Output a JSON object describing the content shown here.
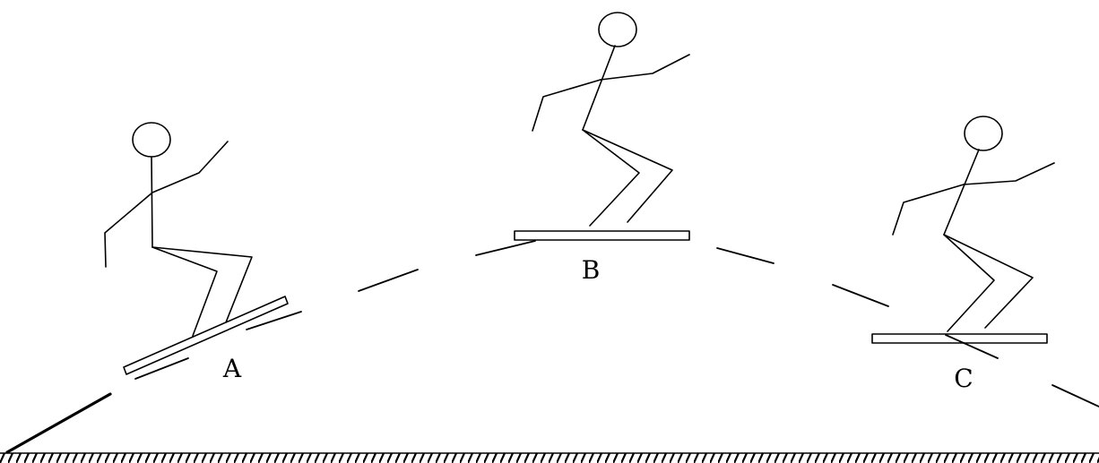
{
  "labels": {
    "a": "A",
    "b": "B",
    "c": "C"
  },
  "colors": {
    "ink": "#000000",
    "background": "#ffffff"
  }
}
